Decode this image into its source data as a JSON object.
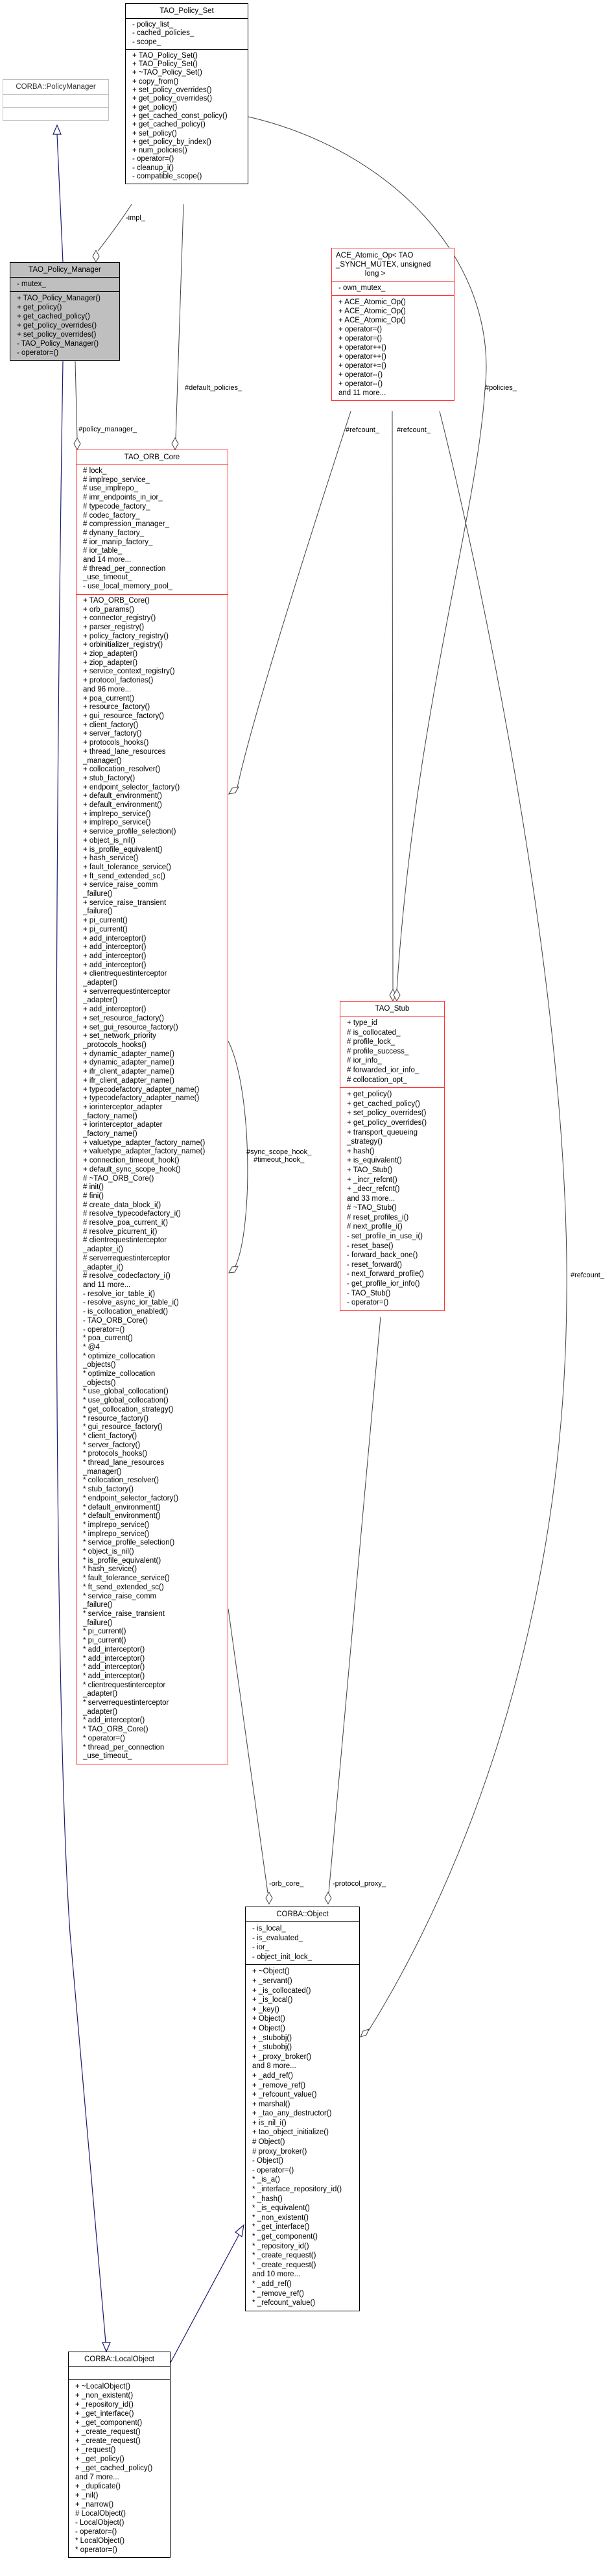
{
  "classes": {
    "policy_set": {
      "title": "TAO_Policy_Set",
      "attributes": [
        "- policy_list_",
        "- cached_policies_",
        "- scope_"
      ],
      "methods": [
        "+ TAO_Policy_Set()",
        "+ TAO_Policy_Set()",
        "+ ~TAO_Policy_Set()",
        "+ copy_from()",
        "+ set_policy_overrides()",
        "+ get_policy_overrides()",
        "+ get_policy()",
        "+ get_cached_const_policy()",
        "+ get_cached_policy()",
        "+ set_policy()",
        "+ get_policy_by_index()",
        "+ num_policies()",
        "- operator=()",
        "- cleanup_i()",
        "- compatible_scope()"
      ]
    },
    "policy_manager_iface": {
      "title": "CORBA::PolicyManager",
      "attributes": [],
      "methods": []
    },
    "tao_policy_manager": {
      "title": "TAO_Policy_Manager",
      "attributes": [
        "- mutex_"
      ],
      "methods": [
        "+ TAO_Policy_Manager()",
        "+ get_policy()",
        "+ get_cached_policy()",
        "+ get_policy_overrides()",
        "+ set_policy_overrides()",
        "- TAO_Policy_Manager()",
        "- operator=()"
      ]
    },
    "ace_atomic_op": {
      "title": "ACE_Atomic_Op< TAO\n_SYNCH_MUTEX, unsigned\n              long >",
      "attributes": [
        "- own_mutex_"
      ],
      "methods": [
        "+ ACE_Atomic_Op()",
        "+ ACE_Atomic_Op()",
        "+ ACE_Atomic_Op()",
        "+ operator=()",
        "+ operator=()",
        "+ operator++()",
        "+ operator++()",
        "+ operator+=()",
        "+ operator--()",
        "+ operator--()",
        "and 11 more..."
      ]
    },
    "orb_core": {
      "title": "TAO_ORB_Core",
      "attributes": [
        "# lock_",
        "# implrepo_service_",
        "# use_implrepo_",
        "# imr_endpoints_in_ior_",
        "# typecode_factory_",
        "# codec_factory_",
        "# compression_manager_",
        "# dynany_factory_",
        "# ior_manip_factory_",
        "# ior_table_",
        "and 14 more...",
        "# thread_per_connection\n_use_timeout_",
        "- use_local_memory_pool_"
      ],
      "methods": [
        "+ TAO_ORB_Core()",
        "+ orb_params()",
        "+ connector_registry()",
        "+ parser_registry()",
        "+ policy_factory_registry()",
        "+ orbinitializer_registry()",
        "+ ziop_adapter()",
        "+ ziop_adapter()",
        "+ service_context_registry()",
        "+ protocol_factories()",
        "and 96 more...",
        "+ poa_current()",
        "+ resource_factory()",
        "+ gui_resource_factory()",
        "+ client_factory()",
        "+ server_factory()",
        "+ protocols_hooks()",
        "+ thread_lane_resources\n_manager()",
        "+ collocation_resolver()",
        "+ stub_factory()",
        "+ endpoint_selector_factory()",
        "+ default_environment()",
        "+ default_environment()",
        "+ implrepo_service()",
        "+ implrepo_service()",
        "+ service_profile_selection()",
        "+ object_is_nil()",
        "+ is_profile_equivalent()",
        "+ hash_service()",
        "+ fault_tolerance_service()",
        "+ ft_send_extended_sc()",
        "+ service_raise_comm\n_failure()",
        "+ service_raise_transient\n_failure()",
        "+ pi_current()",
        "+ pi_current()",
        "+ add_interceptor()",
        "+ add_interceptor()",
        "+ add_interceptor()",
        "+ add_interceptor()",
        "+ clientrequestinterceptor\n_adapter()",
        "+ serverrequestinterceptor\n_adapter()",
        "+ add_interceptor()",
        "+ set_resource_factory()",
        "+ set_gui_resource_factory()",
        "+ set_network_priority\n_protocols_hooks()",
        "+ dynamic_adapter_name()",
        "+ dynamic_adapter_name()",
        "+ ifr_client_adapter_name()",
        "+ ifr_client_adapter_name()",
        "+ typecodefactory_adapter_name()",
        "+ typecodefactory_adapter_name()",
        "+ iorinterceptor_adapter\n_factory_name()",
        "+ iorinterceptor_adapter\n_factory_name()",
        "+ valuetype_adapter_factory_name()",
        "+ valuetype_adapter_factory_name()",
        "+ connection_timeout_hook()",
        "+ default_sync_scope_hook()",
        "# ~TAO_ORB_Core()",
        "# init()",
        "# fini()",
        "# create_data_block_i()",
        "# resolve_typecodefactory_i()",
        "# resolve_poa_current_i()",
        "# resolve_picurrent_i()",
        "# clientrequestinterceptor\n_adapter_i()",
        "# serverrequestinterceptor\n_adapter_i()",
        "# resolve_codecfactory_i()",
        "and 11 more...",
        "- resolve_ior_table_i()",
        "- resolve_async_ior_table_i()",
        "- is_collocation_enabled()",
        "- TAO_ORB_Core()",
        "- operator=()",
        "* poa_current()",
        "* @4",
        "* optimize_collocation\n_objects()",
        "* optimize_collocation\n_objects()",
        "* use_global_collocation()",
        "* use_global_collocation()",
        "* get_collocation_strategy()",
        "* resource_factory()",
        "* gui_resource_factory()",
        "* client_factory()",
        "* server_factory()",
        "* protocols_hooks()",
        "* thread_lane_resources\n_manager()",
        "* collocation_resolver()",
        "* stub_factory()",
        "* endpoint_selector_factory()",
        "* default_environment()",
        "* default_environment()",
        "* implrepo_service()",
        "* implrepo_service()",
        "* service_profile_selection()",
        "* object_is_nil()",
        "* is_profile_equivalent()",
        "* hash_service()",
        "* fault_tolerance_service()",
        "* ft_send_extended_sc()",
        "* service_raise_comm\n_failure()",
        "* service_raise_transient\n_failure()",
        "* pi_current()",
        "* pi_current()",
        "* add_interceptor()",
        "* add_interceptor()",
        "* add_interceptor()",
        "* add_interceptor()",
        "* clientrequestinterceptor\n_adapter()",
        "* serverrequestinterceptor\n_adapter()",
        "* add_interceptor()",
        "* TAO_ORB_Core()",
        "* operator=()",
        "* thread_per_connection\n_use_timeout_"
      ]
    },
    "stub": {
      "title": "TAO_Stub",
      "attributes": [
        "+ type_id",
        "# is_collocated_",
        "# profile_lock_",
        "# profile_success_",
        "# ior_info_",
        "# forwarded_ior_info_",
        "# collocation_opt_"
      ],
      "methods": [
        "+ get_policy()",
        "+ get_cached_policy()",
        "+ set_policy_overrides()",
        "+ get_policy_overrides()",
        "+ transport_queueing\n_strategy()",
        "+ hash()",
        "+ is_equivalent()",
        "+ TAO_Stub()",
        "+ _incr_refcnt()",
        "+ _decr_refcnt()",
        "and 33 more...",
        "# ~TAO_Stub()",
        "# reset_profiles_i()",
        "# next_profile_i()",
        "- set_profile_in_use_i()",
        "- reset_base()",
        "- forward_back_one()",
        "- reset_forward()",
        "- next_forward_profile()",
        "- get_profile_ior_info()",
        "- TAO_Stub()",
        "- operator=()"
      ]
    },
    "object": {
      "title": "CORBA::Object",
      "attributes": [
        "- is_local_",
        "- is_evaluated_",
        "- ior_",
        "- object_init_lock_"
      ],
      "methods": [
        "+ ~Object()",
        "+ _servant()",
        "+ _is_collocated()",
        "+ _is_local()",
        "+ _key()",
        "+ Object()",
        "+ Object()",
        "+ _stubobj()",
        "+ _stubobj()",
        "+ _proxy_broker()",
        "and 8 more...",
        "+ _add_ref()",
        "+ _remove_ref()",
        "+ _refcount_value()",
        "+ marshal()",
        "+ _tao_any_destructor()",
        "+ is_nil_i()",
        "+ tao_object_initialize()",
        "# Object()",
        "# proxy_broker()",
        "- Object()",
        "- operator=()",
        "* _is_a()",
        "* _interface_repository_id()",
        "* _hash()",
        "* _is_equivalent()",
        "* _non_existent()",
        "* _get_interface()",
        "* _get_component()",
        "* _repository_id()",
        "* _create_request()",
        "* _create_request()",
        "and 10 more...",
        "* _add_ref()",
        "* _remove_ref()",
        "* _refcount_value()"
      ]
    },
    "local_object": {
      "title": "CORBA::LocalObject",
      "attributes": [],
      "methods": [
        "+ ~LocalObject()",
        "+ _non_existent()",
        "+ _repository_id()",
        "+ _get_interface()",
        "+ _get_component()",
        "+ _create_request()",
        "+ _create_request()",
        "+ _request()",
        "+ _get_policy()",
        "+ _get_cached_policy()",
        "and 7 more...",
        "+ _duplicate()",
        "+ _nil()",
        "+ _narrow()",
        "# LocalObject()",
        "- LocalObject()",
        "- operator=()",
        "* LocalObject()",
        "* operator=()"
      ]
    }
  },
  "edges": {
    "impl": "-impl_",
    "default_policies": "#default_policies_",
    "policy_manager": "#policy_manager_",
    "refcount_orb": "#refcount_",
    "refcount_stub": "#refcount_",
    "policies": "#policies_",
    "hooks": "#sync_scope_hook_\n#timeout_hook_",
    "orb_core": "-orb_core_",
    "protocol_proxy": "-protocol_proxy_",
    "refcount_object": "#refcount_"
  },
  "colors": {
    "inheritance": "#191970",
    "association": "#404040",
    "highlight_border": "#ff3333",
    "selected_fill": "#bfbfbf"
  }
}
